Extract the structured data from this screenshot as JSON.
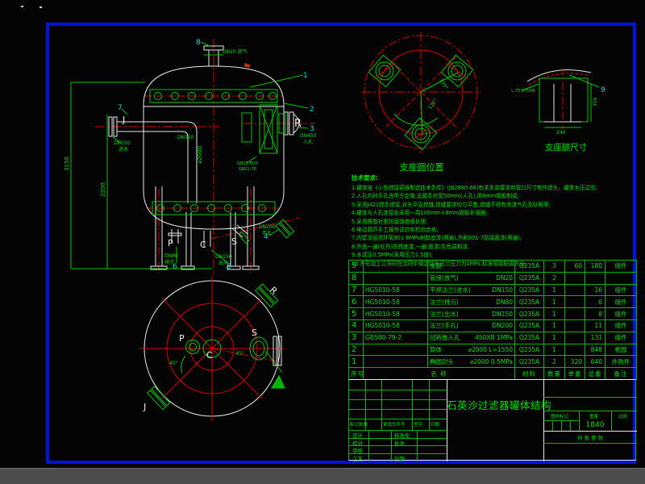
{
  "colors": {
    "green": "#00d400",
    "white": "#e8e8e8",
    "red": "#d40000",
    "cyan": "#00dcdc",
    "frame_blue": "#0014dd"
  },
  "views": {
    "front": {
      "callouts": {
        "head": "1",
        "shell": "2",
        "manhole": "3",
        "handhole": "4",
        "outlet": "5",
        "drain": "6",
        "inlet": "7",
        "vent": "8"
      },
      "letters": {
        "j": "J",
        "r": "R",
        "p": "P",
        "c": "C",
        "s": "S"
      },
      "labels": {
        "inlet_dn": "DN150",
        "inlet": "进水",
        "pipe_dn": "DN150",
        "manhole_dn": "DN450",
        "manhole": "人孔",
        "vent": "DN20 放气",
        "drain_dn": "DN80",
        "drain": "排污",
        "outlet_dn": "DN150",
        "outlet": "出水",
        "hand_dn": "DN200",
        "hand": "手孔",
        "bolt1": "GB18-M20",
        "bolt2": "GB21-76",
        "dim_total": "3150",
        "dim_shell": "2200",
        "dim_dia": "⌀2000"
      }
    },
    "plan": {
      "letters": {
        "j": "J",
        "r": "R",
        "p": "P",
        "c": "C",
        "s": "S"
      },
      "angle": "45°"
    },
    "support_circle": {
      "caption": "支座圆位置",
      "angle": "120°"
    },
    "support_leg": {
      "caption": "支座腿尺寸",
      "callout": "9",
      "angle_steel": "∟75X75X8",
      "dim_width": "240",
      "dim_height": "350"
    }
  },
  "notes": {
    "title": "技术要求:",
    "lines": [
      "1.罐体按《小型焊接容器制造技术条件》(JB2880-66)有关条款要求和管口尺寸制作焊头、罐体水压试验;",
      "2.人孔内衬手孔由甲方定做,支腿条衬宽50mm(人孔),用8mm钢板制成;",
      "3.采用J422焊条焊接,对头平直焊缝,焊缝要求均匀平整,焊缝不得有夹渣气孔及砂眼等;",
      "4.罐体与人孔连接处采用一周100mm×8mm钢板补强圈;",
      "5.采用橡胶衬里防腐蚀绝缘处理;",
      "6.电动葫芦手工操作试验和检验合格;",
      "7.内壁涂层用环氧801-8MPa树脂底漆(两遍),外刷801-7防腐面漆(两遍);",
      "8.外面一遍(红丹)防锈底漆,一遍(面漆)灰色调和漆;",
      "9.水试压0.5MPa(采用压力1.5倍);",
      "10.外形加工订货时在合同中规定接头法兰压力为1MPa,标准管路配置齐全。"
    ]
  },
  "bom": {
    "headers": {
      "no": "序号",
      "name": "名 称",
      "material": "材料",
      "qty": "数量",
      "unit": "单重",
      "total": "总重",
      "remark": "备注"
    },
    "rows": [
      {
        "no": "9",
        "code": "",
        "name": "支腿",
        "spec": "",
        "material": "Q235A",
        "qty": "3",
        "unit": "60",
        "total": "180",
        "remark": "组件"
      },
      {
        "no": "8",
        "code": "",
        "name": "管接(放气)",
        "spec": "DN20",
        "material": "Q235A",
        "qty": "2",
        "unit": "",
        "total": "",
        "remark": ""
      },
      {
        "no": "7",
        "code": "HG5010-58",
        "name": "平焊法兰(进水)",
        "spec": "DN150",
        "material": "Q235A",
        "qty": "1",
        "unit": "",
        "total": "16",
        "remark": "组件"
      },
      {
        "no": "6",
        "code": "HG5010-58",
        "name": "法兰(排污)",
        "spec": "DN80",
        "material": "Q235A",
        "qty": "1",
        "unit": "",
        "total": "6",
        "remark": "组件"
      },
      {
        "no": "5",
        "code": "HG5010-58",
        "name": "法兰(出水)",
        "spec": "DN150",
        "material": "Q235A",
        "qty": "1",
        "unit": "",
        "total": "8",
        "remark": "组件"
      },
      {
        "no": "4",
        "code": "HG5010-58",
        "name": "法兰(手孔)",
        "spec": "DN200",
        "material": "Q235A",
        "qty": "1",
        "unit": "",
        "total": "11",
        "remark": "组件"
      },
      {
        "no": "3",
        "code": "GB580-79-2",
        "name": "回转推入孔",
        "spec": "450XB 1MPa",
        "material": "Q235A",
        "qty": "1",
        "unit": "",
        "total": "131",
        "remark": "组件"
      },
      {
        "no": "2",
        "code": "",
        "name": "筒体",
        "spec": "⌀2000 L=1550",
        "material": "Q235A",
        "qty": "1",
        "unit": "",
        "total": "848",
        "remark": "卷圆"
      },
      {
        "no": "1",
        "code": "",
        "name": "椭圆封头",
        "spec": "⌀2000 0.5MPa",
        "material": "Q235A",
        "qty": "2",
        "unit": "320",
        "total": "640",
        "remark": "外购件"
      }
    ]
  },
  "titleblock": {
    "title": "石英沙过滤器罐体结构",
    "weight_value": "1840",
    "sheet": "共    张  第    张",
    "labels": {
      "mark": "标记处数",
      "doc": "更改文件号",
      "sign": "签字",
      "date": "日期",
      "design": "设计",
      "check": "校对",
      "audit": "审核",
      "craft": "工艺",
      "standard": "标准化",
      "approve": "批准",
      "date2": "日期",
      "drawing_mark": "图样标记",
      "weight": "重量",
      "scale": "比例"
    }
  }
}
